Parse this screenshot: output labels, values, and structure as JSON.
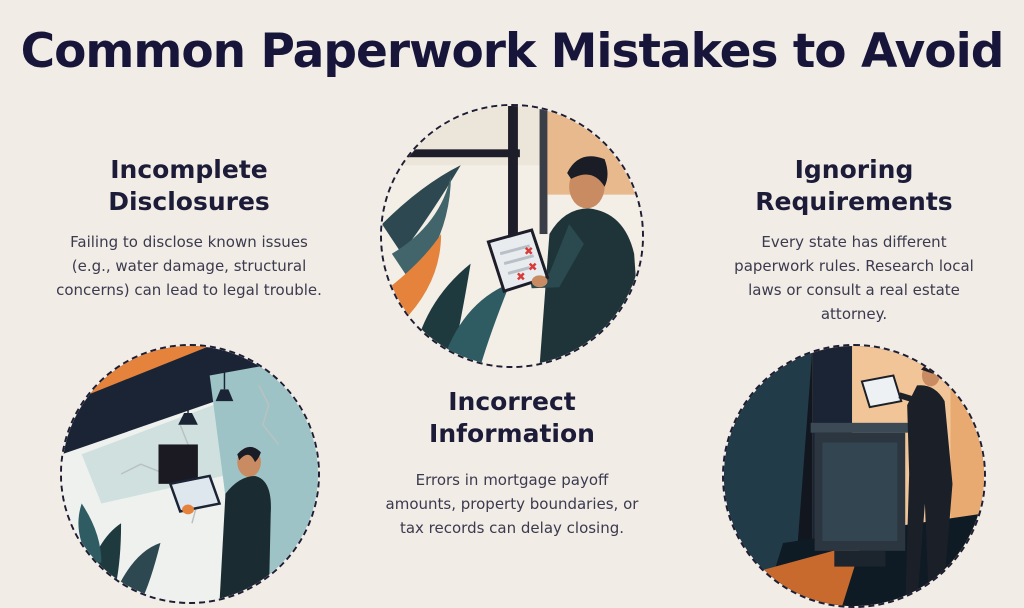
{
  "title": "Common Paperwork Mistakes to Avoid",
  "sections": {
    "incomplete": {
      "heading": "Incomplete Disclosures",
      "body": "Failing to disclose known issues (e.g., water damage, structural concerns) can lead to legal trouble."
    },
    "ignoring": {
      "heading": "Ignoring Requirements",
      "body": "Every state has different paperwork rules. Research local laws or consult a real estate attorney."
    },
    "incorrect": {
      "heading": "Incorrect Information",
      "body": "Errors in mortgage payoff amounts, property boundaries, or tax records can delay closing."
    }
  },
  "illustrations": {
    "top": "man-reviewing-checklist-illustration",
    "left": "man-inspecting-cracked-wall-illustration",
    "right": "man-reading-document-at-podium-illustration"
  },
  "colors": {
    "background": "#f1ece6",
    "title": "#17163a",
    "accent_orange": "#e5833c",
    "accent_teal": "#2f5b63",
    "navy": "#1b2434"
  }
}
